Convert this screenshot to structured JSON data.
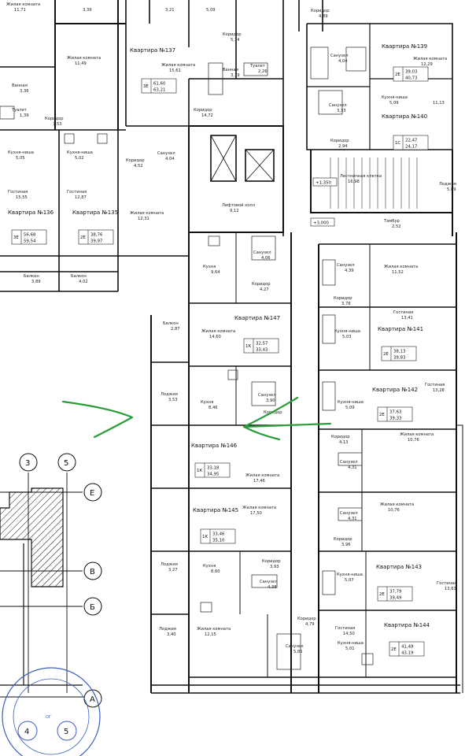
{
  "rooms": [
    {
      "id": "r1",
      "label": "Жилая комната",
      "area": "11,71"
    },
    {
      "id": "r2",
      "label": "",
      "area": "3,39"
    },
    {
      "id": "r3",
      "label": "",
      "area": "3,21"
    },
    {
      "id": "r4",
      "label": "",
      "area": "5,09"
    },
    {
      "id": "r5",
      "label": "Жилая комната",
      "area": "11,49"
    },
    {
      "id": "r6",
      "label": "Жилая комната",
      "area": "15,61"
    },
    {
      "id": "r7",
      "label": "Коридор",
      "area": "5,14"
    },
    {
      "id": "r8",
      "label": "Ванная",
      "area": "3,19"
    },
    {
      "id": "r9",
      "label": "Туалет",
      "area": "2,26"
    },
    {
      "id": "r10",
      "label": "Ванная",
      "area": "3,36"
    },
    {
      "id": "r11",
      "label": "Туалет",
      "area": "1,39"
    },
    {
      "id": "r12",
      "label": "Коридор",
      "area": "7,53"
    },
    {
      "id": "r13",
      "label": "Коридор",
      "area": "14,72"
    },
    {
      "id": "r14",
      "label": "Кухня-ниша",
      "area": "5,05"
    },
    {
      "id": "r15",
      "label": "Кухня-ниша",
      "area": "5,02"
    },
    {
      "id": "r16",
      "label": "Коридор",
      "area": "4,52"
    },
    {
      "id": "r17",
      "label": "Санузел",
      "area": "4,04"
    },
    {
      "id": "r18",
      "label": "Гостиная",
      "area": "15,55"
    },
    {
      "id": "r19",
      "label": "Гостиная",
      "area": "12,87"
    },
    {
      "id": "r20",
      "label": "Жилая комната",
      "area": "12,31"
    },
    {
      "id": "r21",
      "label": "Лифтовой холл",
      "area": "9,12"
    },
    {
      "id": "r22",
      "label": "Балкон",
      "area": "3,89"
    },
    {
      "id": "r23",
      "label": "Балкон",
      "area": "4,02"
    },
    {
      "id": "r24",
      "label": "Коридор",
      "area": "4,89"
    },
    {
      "id": "r25",
      "label": "Санузел",
      "area": "4,04"
    },
    {
      "id": "r26",
      "label": "Кухня-ниша",
      "area": "5,09"
    },
    {
      "id": "r27",
      "label": "Санузел",
      "area": "3,33"
    },
    {
      "id": "r28",
      "label": "Жилая комната",
      "area": "12,29"
    },
    {
      "id": "r29",
      "label": "",
      "area": "11,13"
    },
    {
      "id": "r30",
      "label": "Коридор",
      "area": "2,94"
    },
    {
      "id": "r31",
      "label": "Лестничная клетка",
      "area": "16,98"
    },
    {
      "id": "r32",
      "label": "Лоджия",
      "area": "5,89"
    },
    {
      "id": "r33",
      "label": "Тамбур",
      "area": "2,52"
    },
    {
      "id": "r34",
      "label": "Кухня",
      "area": "9,64"
    },
    {
      "id": "r35",
      "label": "Санузел",
      "area": "4,06"
    },
    {
      "id": "r36",
      "label": "Коридор",
      "area": "4,27"
    },
    {
      "id": "r37",
      "label": "Санузел",
      "area": "4,39"
    },
    {
      "id": "r38",
      "label": "Жилая комната",
      "area": "11,52"
    },
    {
      "id": "r39",
      "label": "Коридор",
      "area": "3,78"
    },
    {
      "id": "r40",
      "label": "Гостиная",
      "area": "13,41"
    },
    {
      "id": "r41",
      "label": "Балкон",
      "area": "2,87"
    },
    {
      "id": "r42",
      "label": "Жилая комната",
      "area": "14,60"
    },
    {
      "id": "r43",
      "label": "Кухня-ниша",
      "area": "5,03"
    },
    {
      "id": "r44",
      "label": "Гостиная",
      "area": "13,28"
    },
    {
      "id": "r45",
      "label": "Лоджия",
      "area": "3,53"
    },
    {
      "id": "r46",
      "label": "Кухня",
      "area": "8,46"
    },
    {
      "id": "r47",
      "label": "Санузел",
      "area": "3,90"
    },
    {
      "id": "r48",
      "label": "Коридор",
      "area": ""
    },
    {
      "id": "r49",
      "label": "Кухня-ниша",
      "area": "5,09"
    },
    {
      "id": "r50",
      "label": "Коридор",
      "area": "4,13"
    },
    {
      "id": "r51",
      "label": "Жилая комната",
      "area": "10,76"
    },
    {
      "id": "r52",
      "label": "Жилая комната",
      "area": "17,46"
    },
    {
      "id": "r53",
      "label": "Санузел",
      "area": "4,31"
    },
    {
      "id": "r54",
      "label": "Жилая комната",
      "area": "17,50"
    },
    {
      "id": "r55",
      "label": "Санузел",
      "area": "4,31"
    },
    {
      "id": "r56",
      "label": "Жилая комната",
      "area": "10,76"
    },
    {
      "id": "r57",
      "label": "Коридор",
      "area": "3,96"
    },
    {
      "id": "r58",
      "label": "Коридор",
      "area": "3,93"
    },
    {
      "id": "r59",
      "label": "Лоджия",
      "area": "3,27"
    },
    {
      "id": "r60",
      "label": "Кухня",
      "area": "8,60"
    },
    {
      "id": "r61",
      "label": "Санузел",
      "area": "4,38"
    },
    {
      "id": "r62",
      "label": "Кухня-ниша",
      "area": "5,07"
    },
    {
      "id": "r63",
      "label": "Гостиная",
      "area": "13,63"
    },
    {
      "id": "r64",
      "label": "Коридор",
      "area": "4,79"
    },
    {
      "id": "r65",
      "label": "Лоджия",
      "area": "3,40"
    },
    {
      "id": "r66",
      "label": "Жилая комната",
      "area": "12,15"
    },
    {
      "id": "r67",
      "label": "Санузел",
      "area": "5,85"
    },
    {
      "id": "r68",
      "label": "Гостиная",
      "area": "14,50"
    },
    {
      "id": "r69",
      "label": "Кухня-ниша",
      "area": "5,01"
    }
  ],
  "apartments": [
    {
      "id": "a137",
      "name": "Квартира №137",
      "type": "3Е",
      "area1": "61,60",
      "area2": "63,21"
    },
    {
      "id": "a139",
      "name": "Квартира №139",
      "type": "2Е",
      "area1": "39,03",
      "area2": "40,73"
    },
    {
      "id": "a140",
      "name": "Квартира №140",
      "type": "1С",
      "area1": "22,47",
      "area2": "24,17"
    },
    {
      "id": "a136",
      "name": "Квартира №136",
      "type": "3Е",
      "area1": "56,68",
      "area2": "59,54"
    },
    {
      "id": "a135",
      "name": "Квартира №135",
      "type": "2Е",
      "area1": "38,76",
      "area2": "39,97"
    },
    {
      "id": "a147",
      "name": "Квартира №147",
      "type": "1К",
      "area1": "32,57",
      "area2": "33,43"
    },
    {
      "id": "a141",
      "name": "Квартира №141",
      "type": "2Е",
      "area1": "38,13",
      "area2": "39,83"
    },
    {
      "id": "a142",
      "name": "Квартира №142",
      "type": "2Е",
      "area1": "37,63",
      "area2": "39,33"
    },
    {
      "id": "a146",
      "name": "Квартира №146",
      "type": "1К",
      "area1": "33,18",
      "area2": "34,95"
    },
    {
      "id": "a145",
      "name": "Квартира №145",
      "type": "1К",
      "area1": "33,46",
      "area2": "35,10"
    },
    {
      "id": "a143",
      "name": "Квартира №143",
      "type": "2Е",
      "area1": "37,79",
      "area2": "39,49"
    },
    {
      "id": "a144",
      "name": "Квартира №144",
      "type": "2Е",
      "area1": "41,49",
      "area2": "43,19"
    }
  ],
  "levels": [
    "+1,350",
    "+3,000"
  ],
  "axes": [
    "3",
    "5",
    "Е",
    "В",
    "Б",
    "А",
    "4",
    "5"
  ],
  "annotation": {
    "arrow_color": "#2a9d3a"
  },
  "stamp": {
    "color": "#3a5fbf",
    "text": "ОГ"
  }
}
